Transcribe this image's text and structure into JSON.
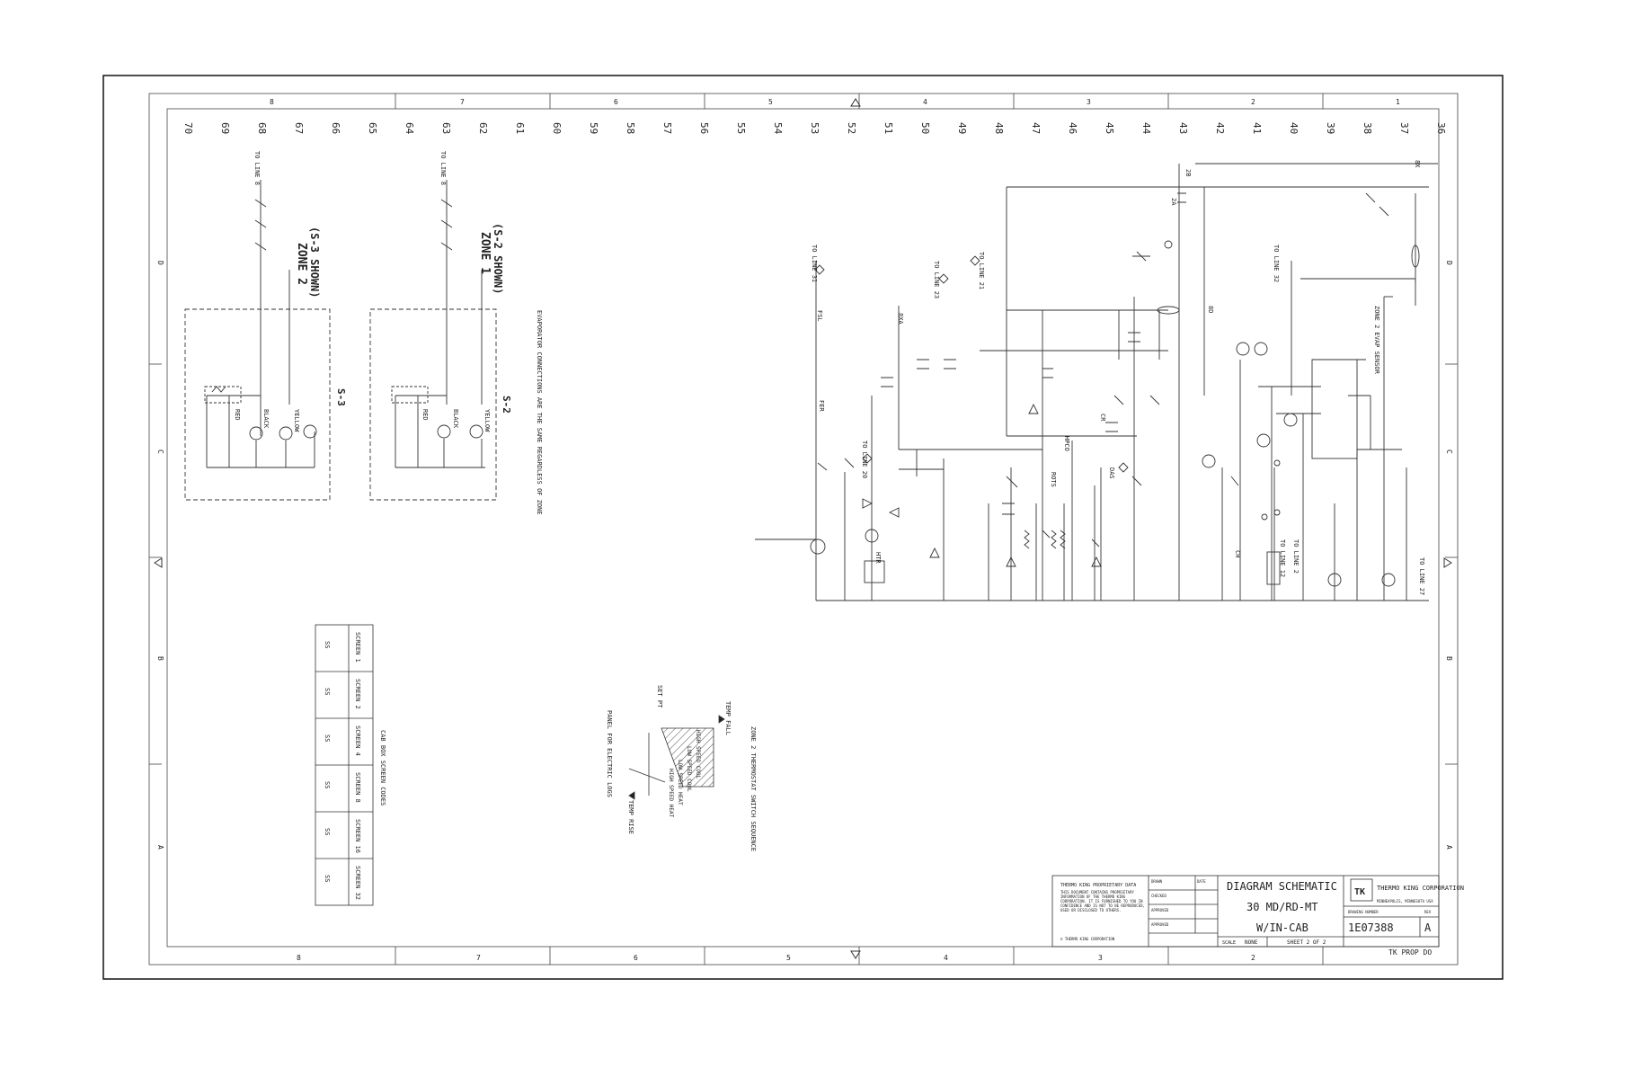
{
  "column_numbers_top": [
    "70",
    "69",
    "68",
    "67",
    "66",
    "65",
    "64",
    "63",
    "62",
    "61",
    "60",
    "59",
    "58",
    "57",
    "56",
    "55",
    "54",
    "53",
    "52",
    "51",
    "50",
    "49",
    "48",
    "47",
    "46",
    "45",
    "44",
    "43",
    "42",
    "41",
    "40",
    "39",
    "38",
    "37",
    "36"
  ],
  "zone_letters_top": [
    "8",
    "7",
    "6",
    "5",
    "4",
    "3",
    "2",
    "1"
  ],
  "zone_letters_bottom": [
    "8",
    "7",
    "6",
    "5",
    "4",
    "3",
    "2"
  ],
  "zone_letters_side": [
    "D",
    "C",
    "B",
    "A"
  ],
  "zone2": {
    "title": "ZONE 2",
    "subtitle": "(S-3 SHOWN)",
    "label": "S-3",
    "to_line": "TO LINE 8"
  },
  "zone1": {
    "title": "ZONE 1",
    "subtitle": "(S-2 SHOWN)",
    "label": "S-2",
    "to_line": "TO LINE 8"
  },
  "evap_note": "EVAPORATOR CONNECTIONS ARE THE SAME REGARDLESS OF ZONE",
  "wire_colors": [
    "RED",
    "BLACK",
    "YELLOW"
  ],
  "screen_codes": {
    "title": "CAB BOX SCREEN CODES",
    "headers": [
      "SCREEN 1",
      "SCREEN 2",
      "SCREEN 4",
      "SCREEN 8",
      "SCREEN 16",
      "SCREEN 32"
    ],
    "values": [
      "SS",
      "SS",
      "SS",
      "SS",
      "SS",
      "SS"
    ]
  },
  "thermostat": {
    "title": "ZONE 2 THERMOSTAT SWITCH SEQUENCE",
    "labels": [
      "TEMP FALL",
      "TEMP RISE",
      "SET PT",
      "HIGH SPEED COOL",
      "LOW SPEED COOL",
      "LOW SPEED HEAT",
      "HIGH SPEED HEAT"
    ],
    "note": "PANEL FOR ELECTRIC LOGS"
  },
  "schematic_labels": [
    "TO LINE 31",
    "TO LINE 21",
    "TO LINE 23",
    "TO LINE 20",
    "TO LINE 32",
    "TO LINE 12",
    "TO LINE 2",
    "TO LINE 27",
    "ZONE 2 EVAP SENSOR",
    "FER",
    "FSL",
    "HPCO",
    "8XA",
    "2B",
    "2A",
    "8X",
    "CH",
    "8D",
    "ROTS",
    "DAS",
    "CR",
    "HTR"
  ],
  "title_block": {
    "proprietary_title": "THERMO KING PROPRIETARY DATA",
    "proprietary_text": "THIS DOCUMENT CONTAINS PROPRIETARY INFORMATION OF THE THERMO KING CORPORATION. IT IS FURNISHED TO YOU IN CONFIDENCE AND IS NOT TO BE REPRODUCED, USED OR DISCLOSED TO OTHERS.",
    "company_line": "© THERMO KING CORPORATION",
    "fields": [
      "DRAWN",
      "DATE",
      "CHECKED",
      "APPROVED",
      "APPROVED"
    ],
    "diagram_line1": "DIAGRAM SCHEMATIC",
    "diagram_line2": "30 MD/RD-MT",
    "diagram_line3": "W/IN-CAB",
    "company_name": "THERMO KING CORPORATION",
    "company_loc": "MINNEAPOLIS, MINNESOTA USA",
    "drawing_number": "1E07388",
    "rev": "A",
    "scale_label": "SCALE",
    "scale_value": "NONE",
    "sheet": "SHEET 2 OF 2",
    "dwg_label": "DRAWING NUMBER",
    "rev_label": "REV",
    "tk_logo": "TK",
    "tk_prop": "TK PROP DO"
  }
}
